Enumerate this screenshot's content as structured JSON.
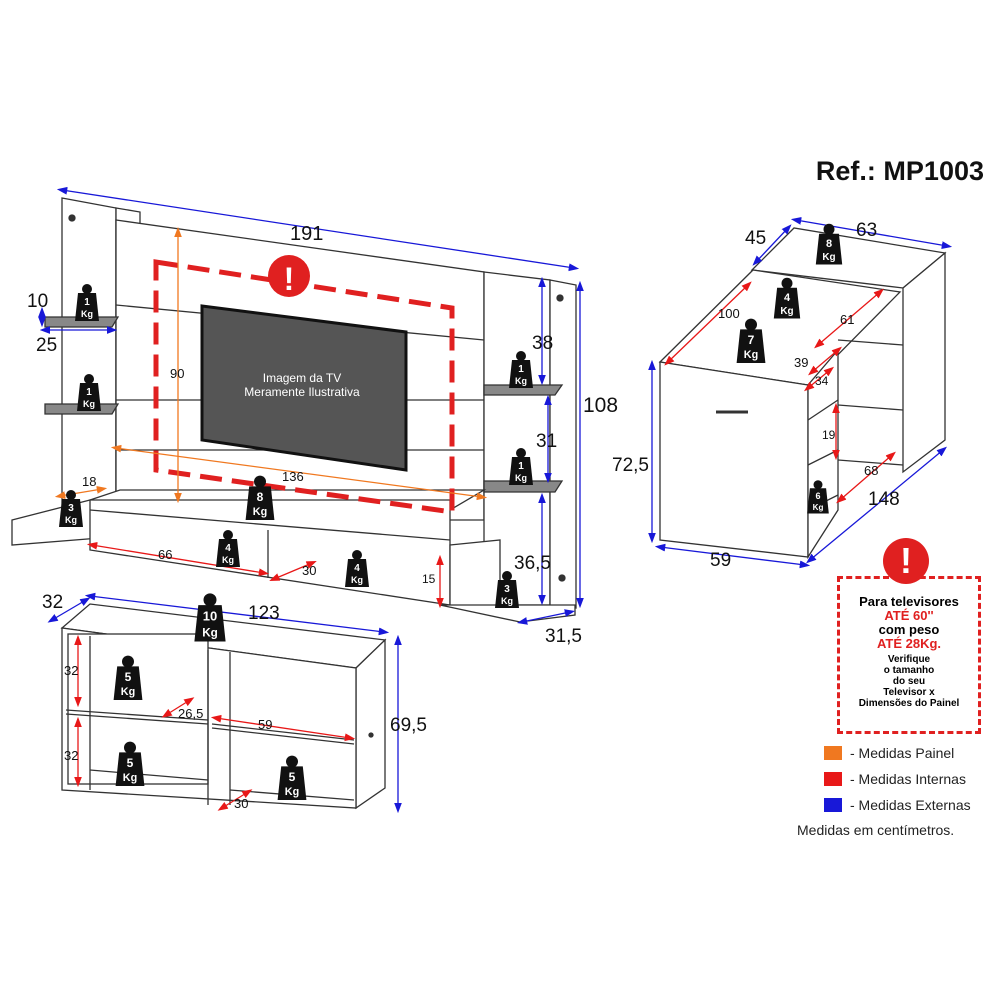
{
  "title": "Ref.: MP1003",
  "tv_placeholder": {
    "line1": "Imagem da TV",
    "line2": "Meramente Ilustrativa"
  },
  "warning": {
    "line1": "Para televisores",
    "line2": "ATÉ 60''",
    "line3": "com peso",
    "line4": "ATÉ 28Kg.",
    "line5": "Verifique",
    "line6": "o tamanho",
    "line7": "do seu",
    "line8": "Televisor x",
    "line9": "Dimensões do Painel"
  },
  "legend": [
    {
      "label": "- Medidas Painel",
      "color": "#f07820"
    },
    {
      "label": "- Medidas Internas",
      "color": "#e81818"
    },
    {
      "label": "- Medidas Externas",
      "color": "#1818d8"
    }
  ],
  "units_note": "Medidas em centímetros.",
  "kg_unit": "Kg",
  "panel": {
    "width": "191",
    "height": "108",
    "depth": "31,5",
    "shelf_width": "25",
    "shelf_thickness": "10",
    "niche_38": "38",
    "niche_31": "31",
    "niche_36_5": "36,5",
    "painel_height": "90",
    "painel_width": "136",
    "rack_18": "18",
    "rack_66": "66",
    "rack_30": "30",
    "rack_15": "15",
    "loads": {
      "shelf_left_top": "1",
      "shelf_left_bottom": "1",
      "shelf_right_top": "1",
      "shelf_right_bottom": "1",
      "rack_top": "8",
      "rack_left": "3",
      "rack_right": "3",
      "rack_niche1": "4",
      "rack_niche2": "4"
    }
  },
  "desk": {
    "width": "63",
    "depth": "45",
    "height": "72,5",
    "total_width": "148",
    "front_width": "59",
    "inner_100": "100",
    "inner_61": "61",
    "inner_39": "39",
    "inner_34": "34",
    "inner_19": "19",
    "inner_68": "68",
    "loads": {
      "top": "8",
      "shelf": "4",
      "top_left": "7",
      "drawer": "6"
    }
  },
  "cabinet": {
    "width": "123",
    "depth": "32",
    "height": "69,5",
    "inner_32a": "32",
    "inner_32b": "32",
    "inner_26_5": "26,5",
    "inner_59": "59",
    "inner_30": "30",
    "loads": {
      "top": "10",
      "left_top": "5",
      "left_bottom": "5",
      "right_bottom": "5"
    }
  }
}
